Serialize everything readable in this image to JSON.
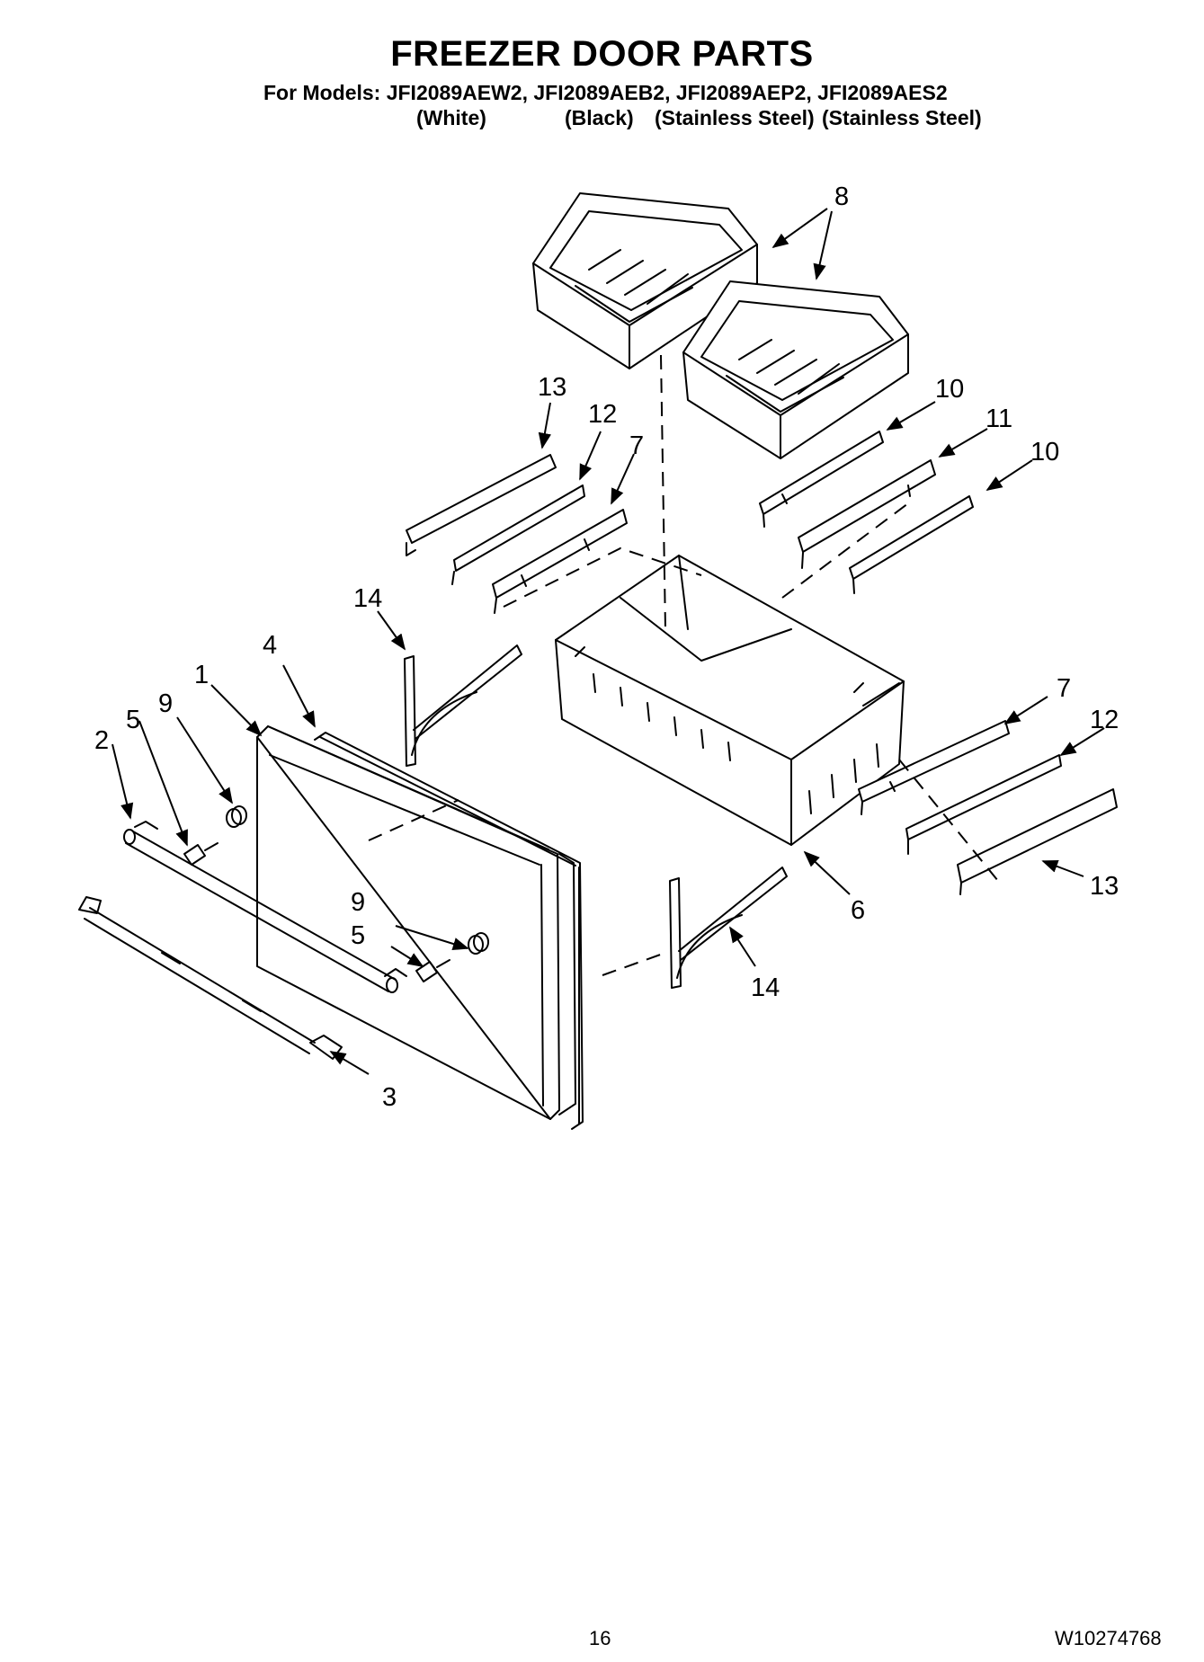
{
  "title": "FREEZER DOOR PARTS",
  "models_line": "For Models: JFI2089AEW2, JFI2089AEB2, JFI2089AEP2, JFI2089AES2",
  "finishes": [
    "(White)",
    "(Black)",
    "(Stainless Steel)",
    "(Stainless Steel)"
  ],
  "callouts": {
    "c1": "1",
    "c2": "2",
    "c3": "3",
    "c4": "4",
    "c5a": "5",
    "c5b": "5",
    "c6": "6",
    "c7a": "7",
    "c7b": "7",
    "c8": "8",
    "c9a": "9",
    "c9b": "9",
    "c10a": "10",
    "c10b": "10",
    "c11": "11",
    "c12a": "12",
    "c12b": "12",
    "c13a": "13",
    "c13b": "13",
    "c14a": "14",
    "c14b": "14"
  },
  "page_number": "16",
  "document_number": "W10274768"
}
